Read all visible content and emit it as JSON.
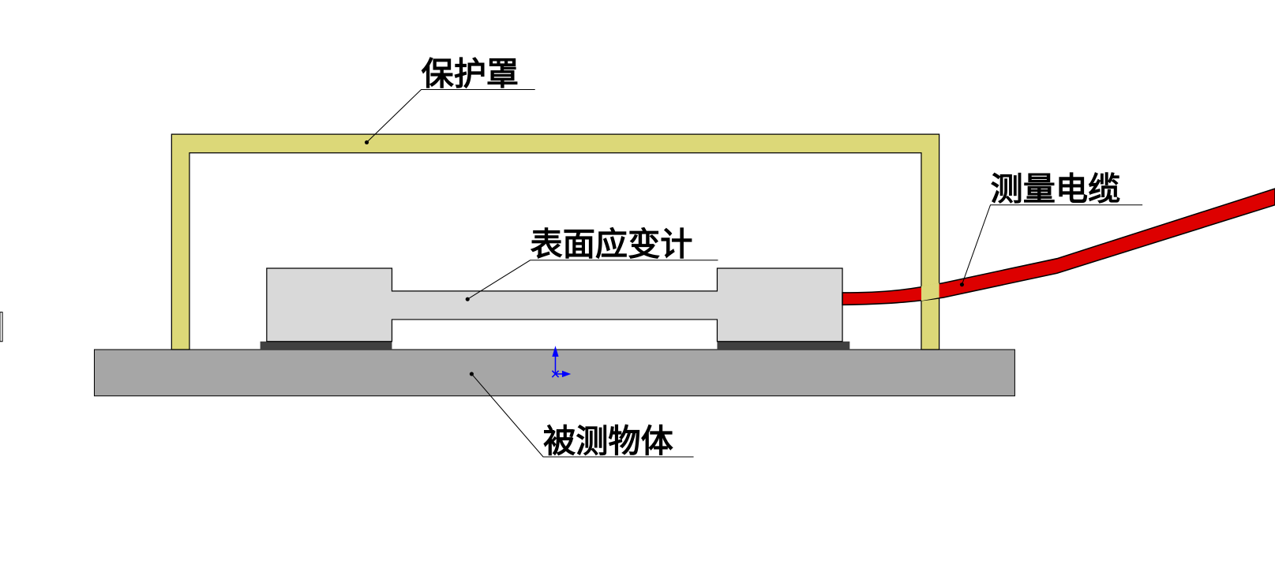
{
  "labels": {
    "cover": "保护罩",
    "cable": "测量电缆",
    "gauge": "表面应变计",
    "object": "被测物体"
  },
  "colors": {
    "cover": "#dcd878",
    "base": "#a6a6a6",
    "gauge": "#d9d9d9",
    "pad": "#404040",
    "cable": "#dd0000",
    "axis": "#0000ff"
  }
}
